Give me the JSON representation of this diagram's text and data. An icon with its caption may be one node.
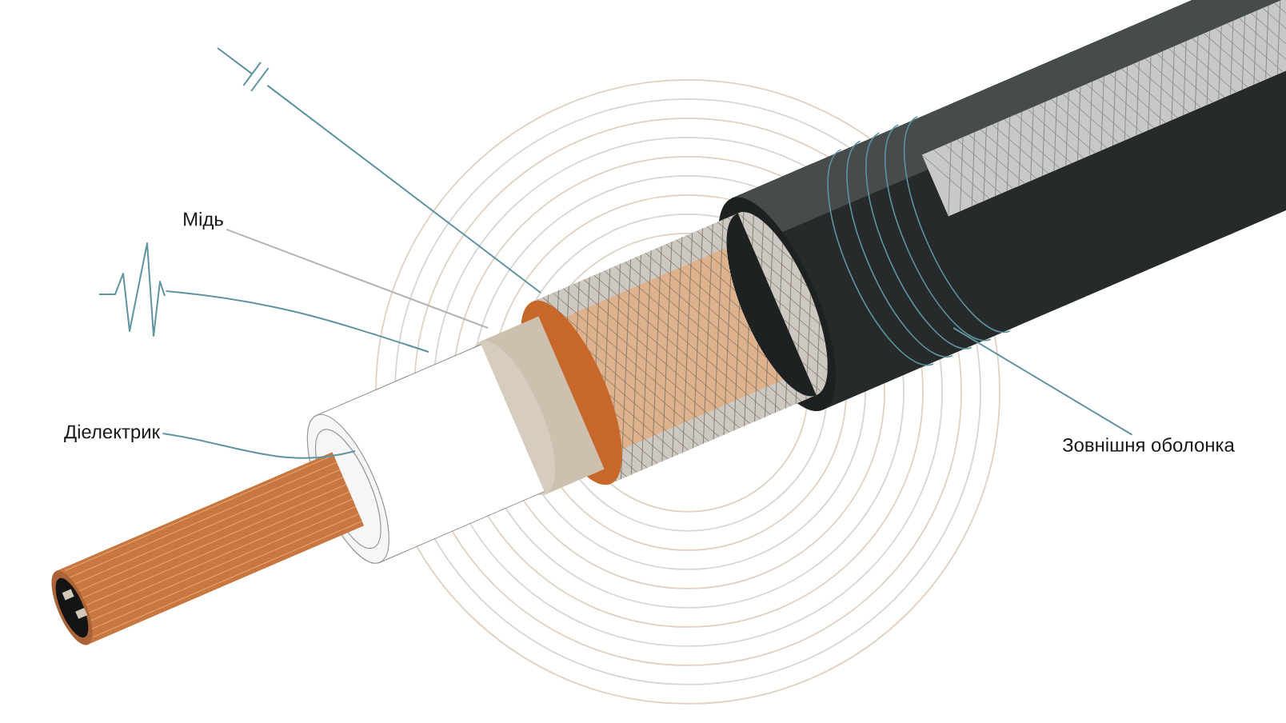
{
  "diagram": {
    "nodes": [
      {
        "text": [
          "Мідь"
        ]
      },
      {
        "text": [
          "Діелектрик"
        ]
      },
      {
        "text": [
          "Зовнішня оболонка"
        ]
      },
      {
        "text": [],
        "shape": "picture"
      },
      {
        "text": [],
        "shape": "picture"
      }
    ],
    "edges": [
      {
        "from": 0,
        "to": null,
        "arrow": "none",
        "color": "#b4b4b4"
      },
      {
        "from": 1,
        "to": null,
        "arrow": "none"
      },
      {
        "from": 2,
        "to": null,
        "arrow": "none"
      },
      {
        "from": 3,
        "to": null,
        "arrow": "none"
      },
      {
        "from": 4,
        "to": null,
        "arrow": "none"
      }
    ]
  }
}
